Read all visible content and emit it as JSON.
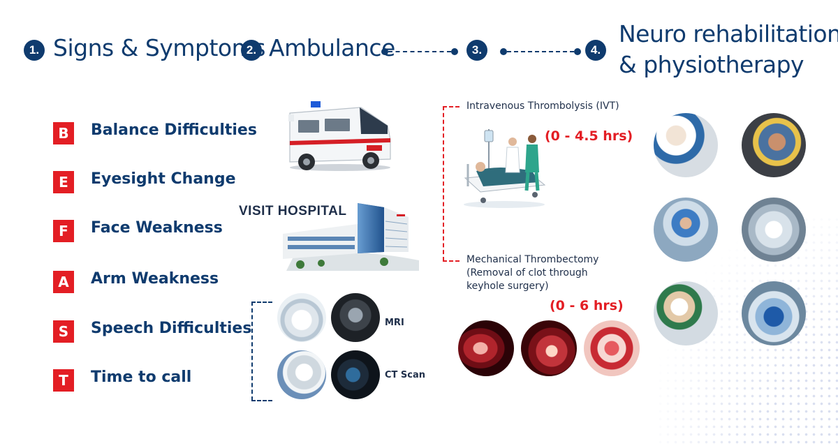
{
  "steps": [
    {
      "number": "1",
      "title": "Signs & Symptoms"
    },
    {
      "number": "2",
      "title": "Ambulance"
    },
    {
      "number": "3",
      "title": ""
    },
    {
      "number": "4",
      "title_line1": "Neuro rehabilitation",
      "title_line2": "& physiotherapy"
    }
  ],
  "befast": [
    {
      "letter": "B",
      "label": "Balance Difficulties"
    },
    {
      "letter": "E",
      "label": "Eyesight Change"
    },
    {
      "letter": "F",
      "label": "Face Weakness"
    },
    {
      "letter": "A",
      "label": "Arm Weakness"
    },
    {
      "letter": "S",
      "label": "Speech Difficulties"
    },
    {
      "letter": "T",
      "label": "Time to call"
    }
  ],
  "hospital": {
    "label": "VISIT HOSPITAL"
  },
  "scans": {
    "mri": "MRI",
    "ct": "CT Scan"
  },
  "treatments": {
    "ivt": {
      "label": "Intravenous Thrombolysis (IVT)",
      "time": "(0 - 4.5 hrs)"
    },
    "mt": {
      "line1": "Mechanical Thrombectomy",
      "line2": "(Removal of clot through",
      "line3": "keyhole surgery)",
      "time": "(0 - 6 hrs)"
    }
  },
  "colors": {
    "navy": "#0f3b6e",
    "red": "#e31e24",
    "background": "#ffffff"
  }
}
